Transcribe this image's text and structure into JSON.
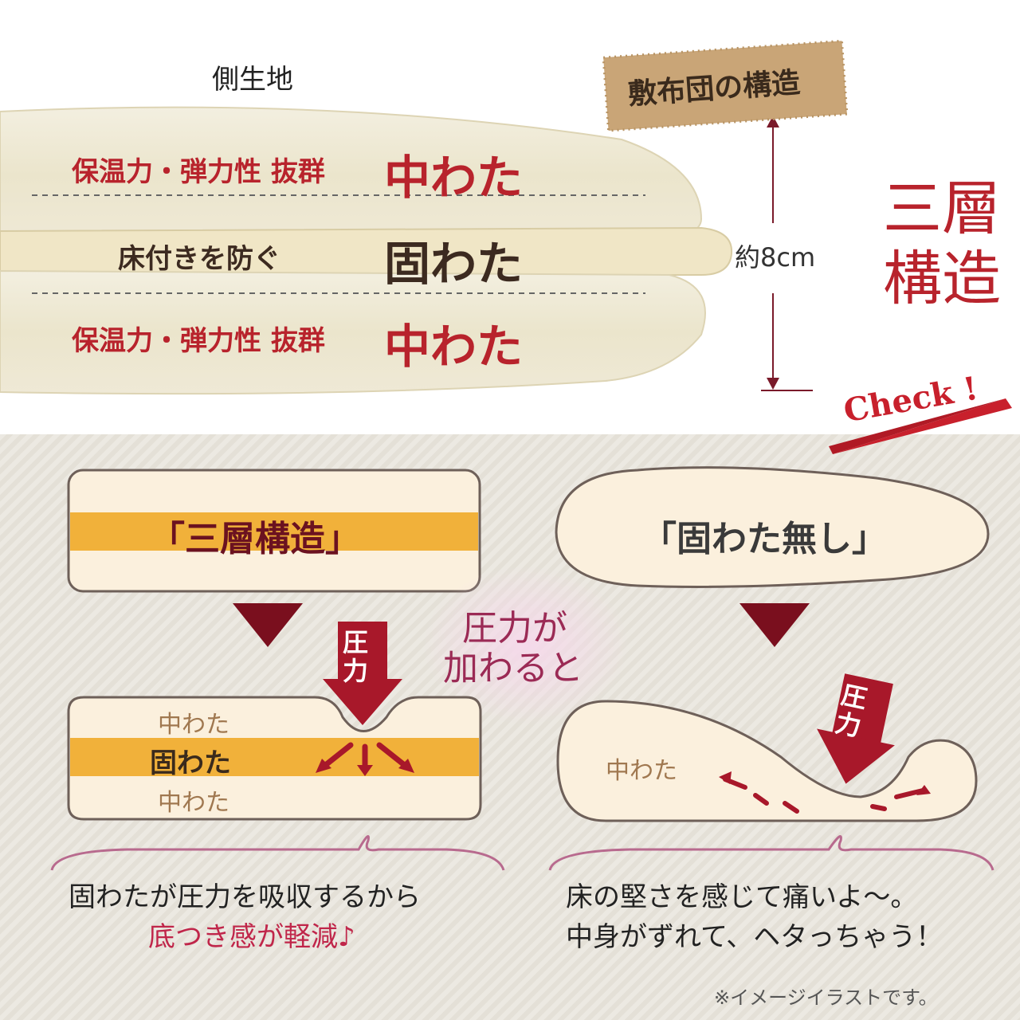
{
  "top": {
    "outer_fabric_label": "側生地",
    "rows": [
      {
        "desc": "保温力・弾力性 抜群",
        "name": "中わた",
        "color": "#b8232c"
      },
      {
        "desc": "床付きを防ぐ",
        "name": "固わた",
        "color": "#3c2a20"
      },
      {
        "desc": "保温力・弾力性 抜群",
        "name": "中わた",
        "color": "#b8232c"
      }
    ],
    "tag_label": "敷布団の構造",
    "thickness": "約8cm",
    "three_layer_line1": "三層",
    "three_layer_line2": "構造"
  },
  "check_label": "Check !",
  "left_card": {
    "title": "「三層構造」",
    "pressure_arrow": "圧力",
    "layer_top": "中わた",
    "layer_mid": "固わた",
    "layer_bottom": "中わた",
    "caption_line1": "固わたが圧力を吸収するから",
    "caption_line2": "底つき感が軽減♪"
  },
  "center_label_line1": "圧力が",
  "center_label_line2": "加わると",
  "right_card": {
    "title": "「固わた無し」",
    "pressure_arrow": "圧力",
    "layer": "中わた",
    "caption_line1": "床の堅さを感じて痛いよ〜。",
    "caption_line2": "中身がずれて、ヘタっちゃう！"
  },
  "footnote": "※イメージイラストです。",
  "colors": {
    "accent_red": "#b8232c",
    "dark_red": "#7a0f1e",
    "cream": "#fbf0dd",
    "orange_layer": "#f1b13a",
    "arrow_red": "#a8182a"
  }
}
